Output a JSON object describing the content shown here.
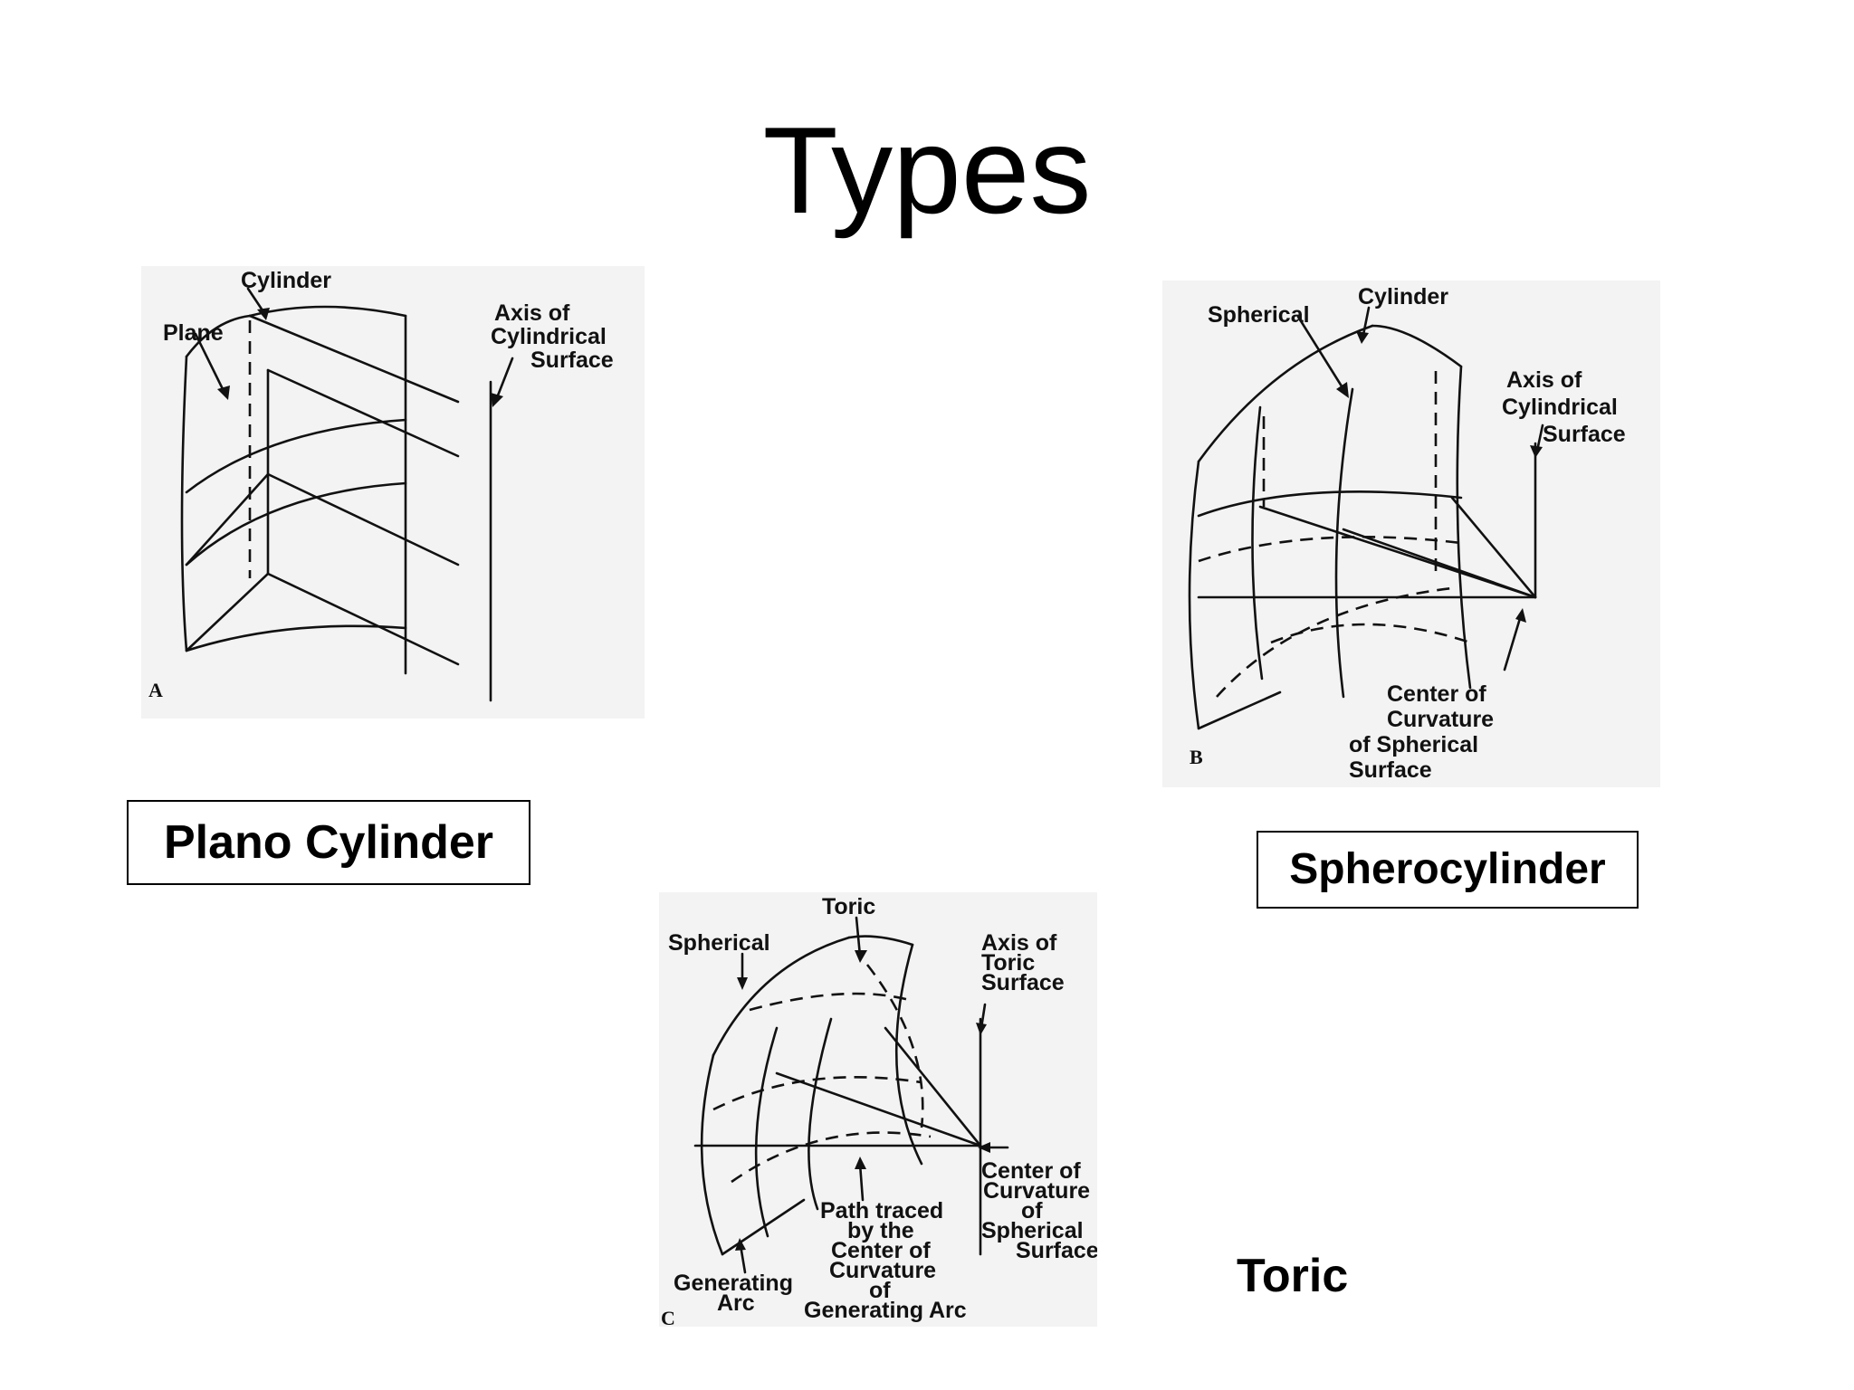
{
  "slide": {
    "title": "Types"
  },
  "figure_a": {
    "plate_letter": "A",
    "labels": {
      "cylinder": "Cylinder",
      "plane": "Plane",
      "axis_line1": "Axis of",
      "axis_line2": "Cylindrical",
      "axis_line3": "Surface"
    },
    "caption": "Plano Cylinder"
  },
  "figure_b": {
    "plate_letter": "B",
    "labels": {
      "spherical": "Spherical",
      "cylinder": "Cylinder",
      "axis_line1": "Axis of",
      "axis_line2": "Cylindrical",
      "axis_line3": "Surface",
      "center_line1": "Center of",
      "center_line2": "Curvature",
      "center_line3": "of Spherical",
      "center_line4": "Surface"
    },
    "caption": "Spherocylinder"
  },
  "figure_c": {
    "plate_letter": "C",
    "labels": {
      "toric": "Toric",
      "spherical": "Spherical",
      "axis_line1": "Axis of",
      "axis_line2": "Toric",
      "axis_line3": "Surface",
      "center_line1": "Center of",
      "center_line2": "Curvature",
      "center_line3": "of",
      "center_line4": "Spherical",
      "center_line5": "Surface",
      "path_line1": "Path traced",
      "path_line2": "by the",
      "path_line3": "Center of",
      "path_line4": "Curvature",
      "path_line5": "of",
      "path_line6": "Generating Arc",
      "gen_line1": "Generating",
      "gen_line2": "Arc"
    },
    "caption": "Toric"
  }
}
